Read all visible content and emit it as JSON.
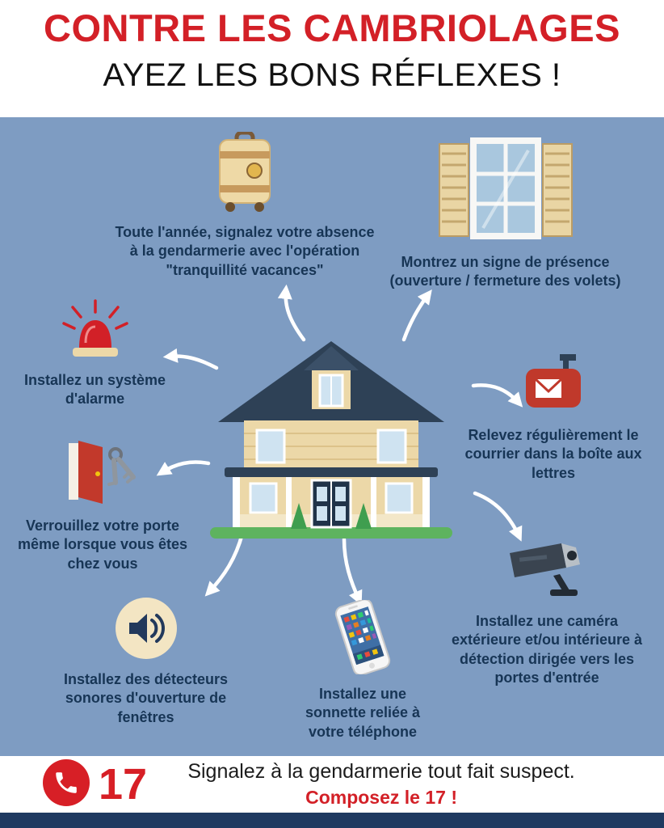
{
  "header": {
    "title": "CONTRE LES CAMBRIOLAGES",
    "subtitle": "AYEZ LES BONS RÉFLEXES !"
  },
  "tips": [
    {
      "id": "tranquillite-vacances",
      "icon": "suitcase-icon",
      "text": "Toute l'année, signalez votre absence à la gendarmerie avec l'opération \"tranquillité vacances\""
    },
    {
      "id": "volets",
      "icon": "window-shutters-icon",
      "text": "Montrez un signe de présence (ouverture / fermeture des volets)"
    },
    {
      "id": "alarme",
      "icon": "alarm-siren-icon",
      "text": "Installez un système d'alarme"
    },
    {
      "id": "courrier",
      "icon": "mailbox-icon",
      "text": "Relevez régulièrement le courrier dans la boîte aux lettres"
    },
    {
      "id": "porte",
      "icon": "door-keys-icon",
      "text": "Verrouillez votre porte même lorsque vous êtes chez vous"
    },
    {
      "id": "detecteurs",
      "icon": "speaker-icon",
      "text": "Installez des détecteurs sonores d'ouverture de fenêtres"
    },
    {
      "id": "sonnette",
      "icon": "smartphone-icon",
      "text": "Installez une sonnette reliée à votre téléphone"
    },
    {
      "id": "camera",
      "icon": "cctv-camera-icon",
      "text": "Installez une caméra extérieure et/ou intérieure à détection dirigée vers les portes d'entrée"
    }
  ],
  "footer": {
    "phone_icon": "phone-icon",
    "number": "17",
    "line1": "Signalez à la gendarmerie tout fait suspect.",
    "line2": "Composez le 17 !"
  },
  "colors": {
    "accent_red": "#d32027",
    "background_blue": "#7e9cc2",
    "text_navy": "#173555",
    "bottom_strip_navy": "#1f3a61",
    "house_roof": "#2e4156",
    "house_wall": "#ecd8a8"
  }
}
